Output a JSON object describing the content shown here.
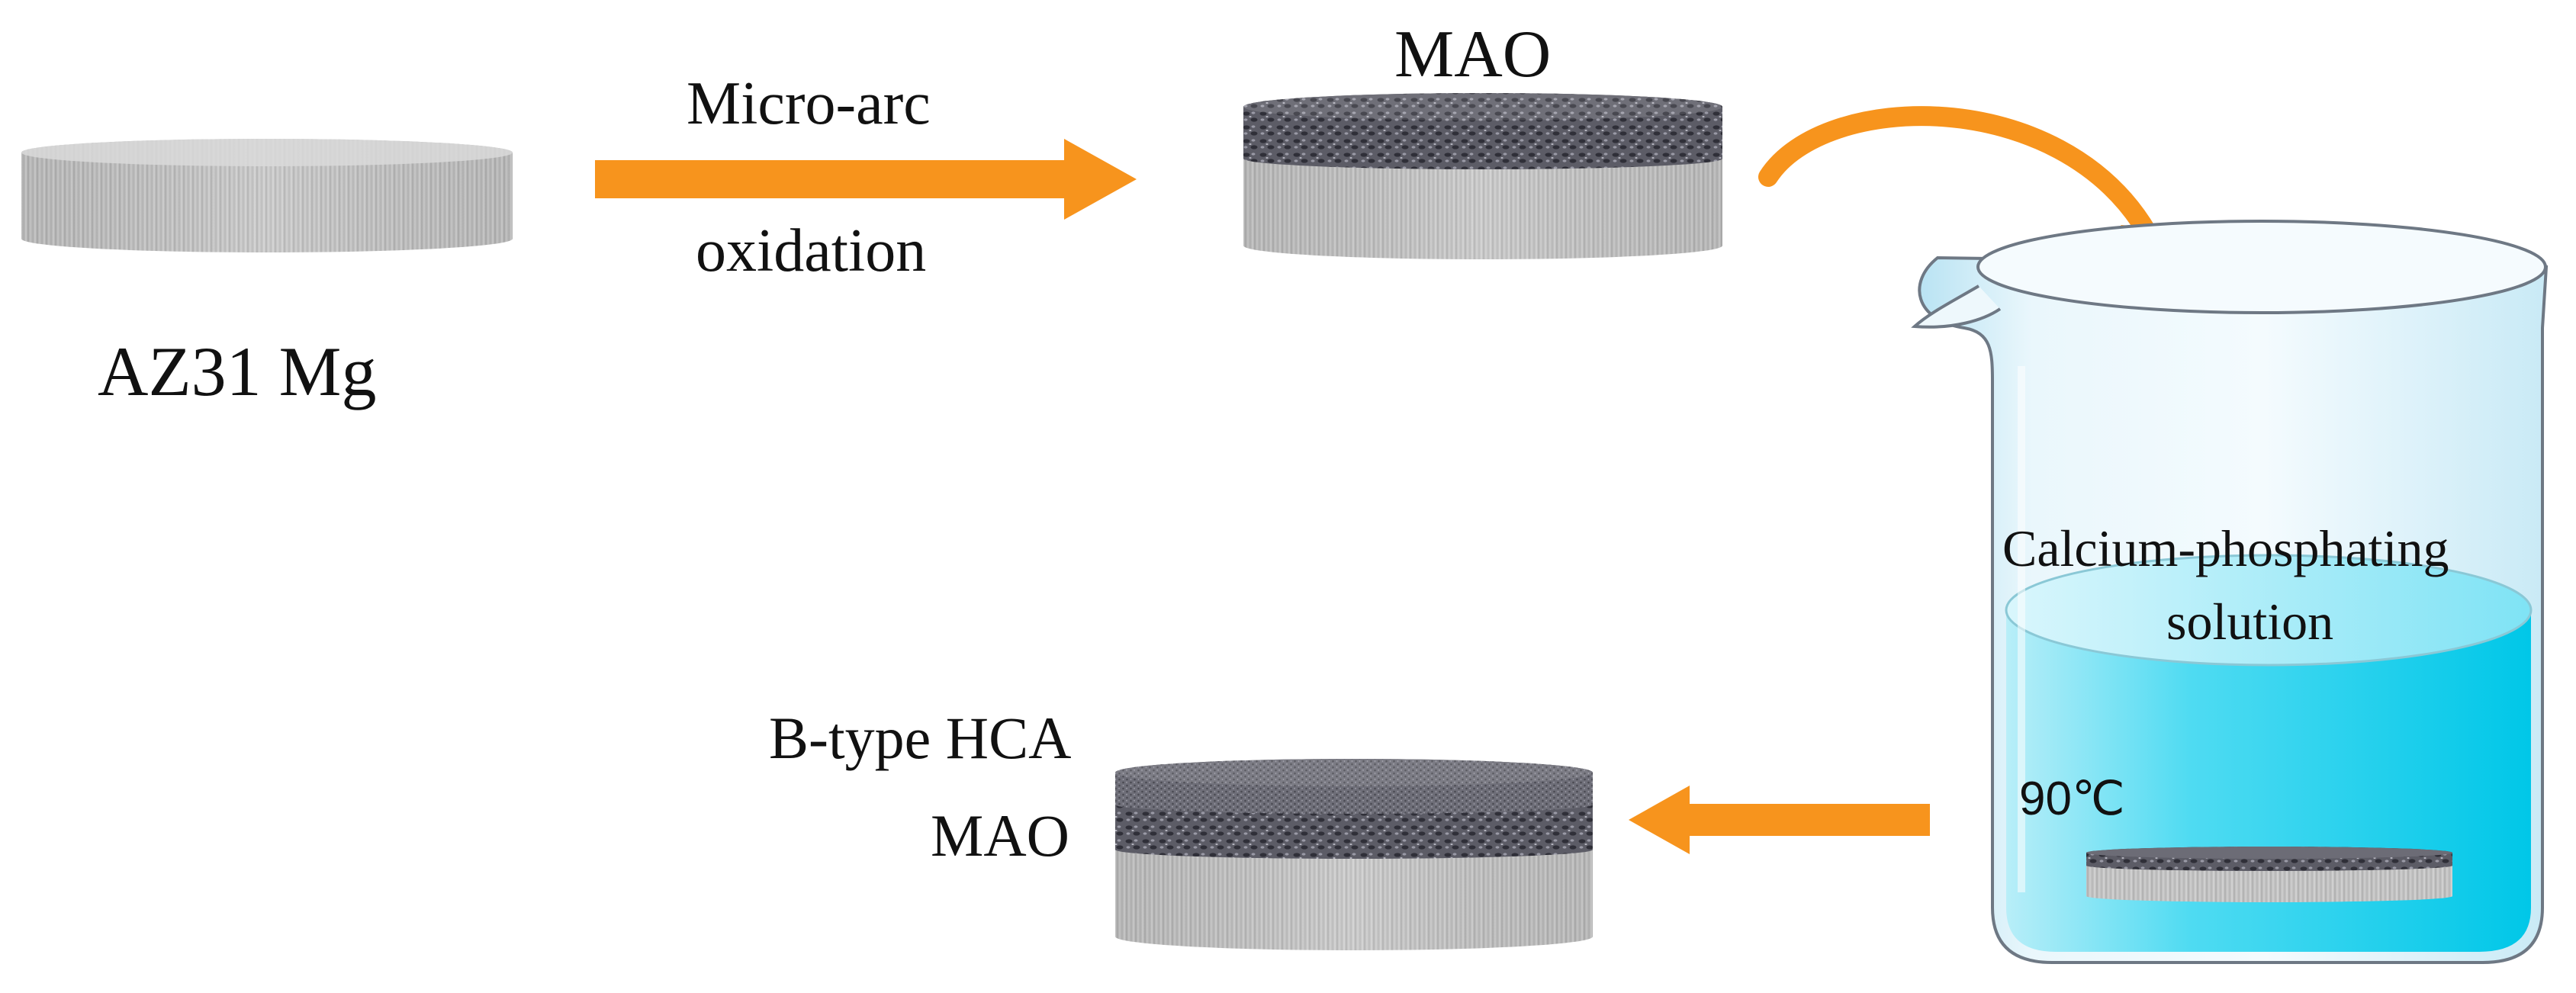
{
  "labels": {
    "az31": "AZ31 Mg",
    "micro_arc_line1": "Micro-arc",
    "micro_arc_line2": "oxidation",
    "mao_top": "MAO",
    "solution_line1": "Calcium-phosphating",
    "solution_line2": "solution",
    "temperature": "90℃",
    "btype_hca": "B-type HCA",
    "mao_bottom": "MAO"
  },
  "colors": {
    "arrow": "#F7941D",
    "metal": "#BDBDBD",
    "coating": "#55555E",
    "solution": "#19D0EE",
    "beaker_outline": "#6E7884"
  },
  "icons": {
    "disk": "disk-icon",
    "beaker": "beaker-icon",
    "arrow": "arrow-icon"
  }
}
